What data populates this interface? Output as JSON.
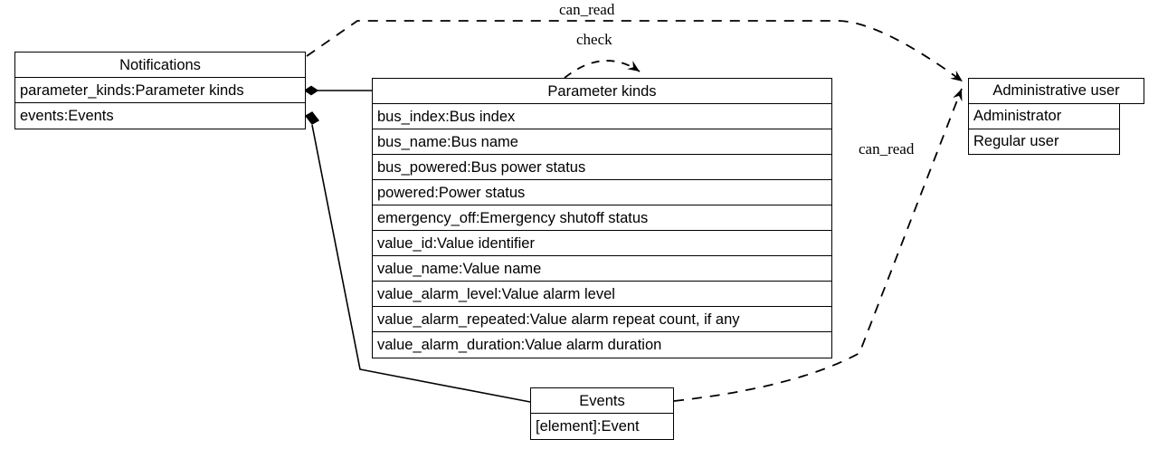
{
  "diagram": {
    "type": "uml-class-diagram",
    "background": "#ffffff",
    "line_color": "#000000"
  },
  "classes": {
    "notifications": {
      "title": "Notifications",
      "rows": [
        "parameter_kinds:Parameter kinds",
        "events:Events"
      ]
    },
    "parameter_kinds": {
      "title": "Parameter kinds",
      "rows": [
        "bus_index:Bus index",
        "bus_name:Bus name",
        "bus_powered:Bus power status",
        "powered:Power status",
        "emergency_off:Emergency shutoff status",
        "value_id:Value identifier",
        "value_name:Value name",
        "value_alarm_level:Value alarm level",
        "value_alarm_repeated:Value alarm repeat count, if any",
        "value_alarm_duration:Value alarm duration"
      ]
    },
    "administrative_user": {
      "title": "Administrative user",
      "rows": [
        "Administrator",
        "Regular user"
      ]
    },
    "events": {
      "title": "Events",
      "rows": [
        "[element]:Event"
      ]
    }
  },
  "edges": {
    "can_read_top": "can_read",
    "check": "check",
    "can_read_bottom": "can_read"
  }
}
